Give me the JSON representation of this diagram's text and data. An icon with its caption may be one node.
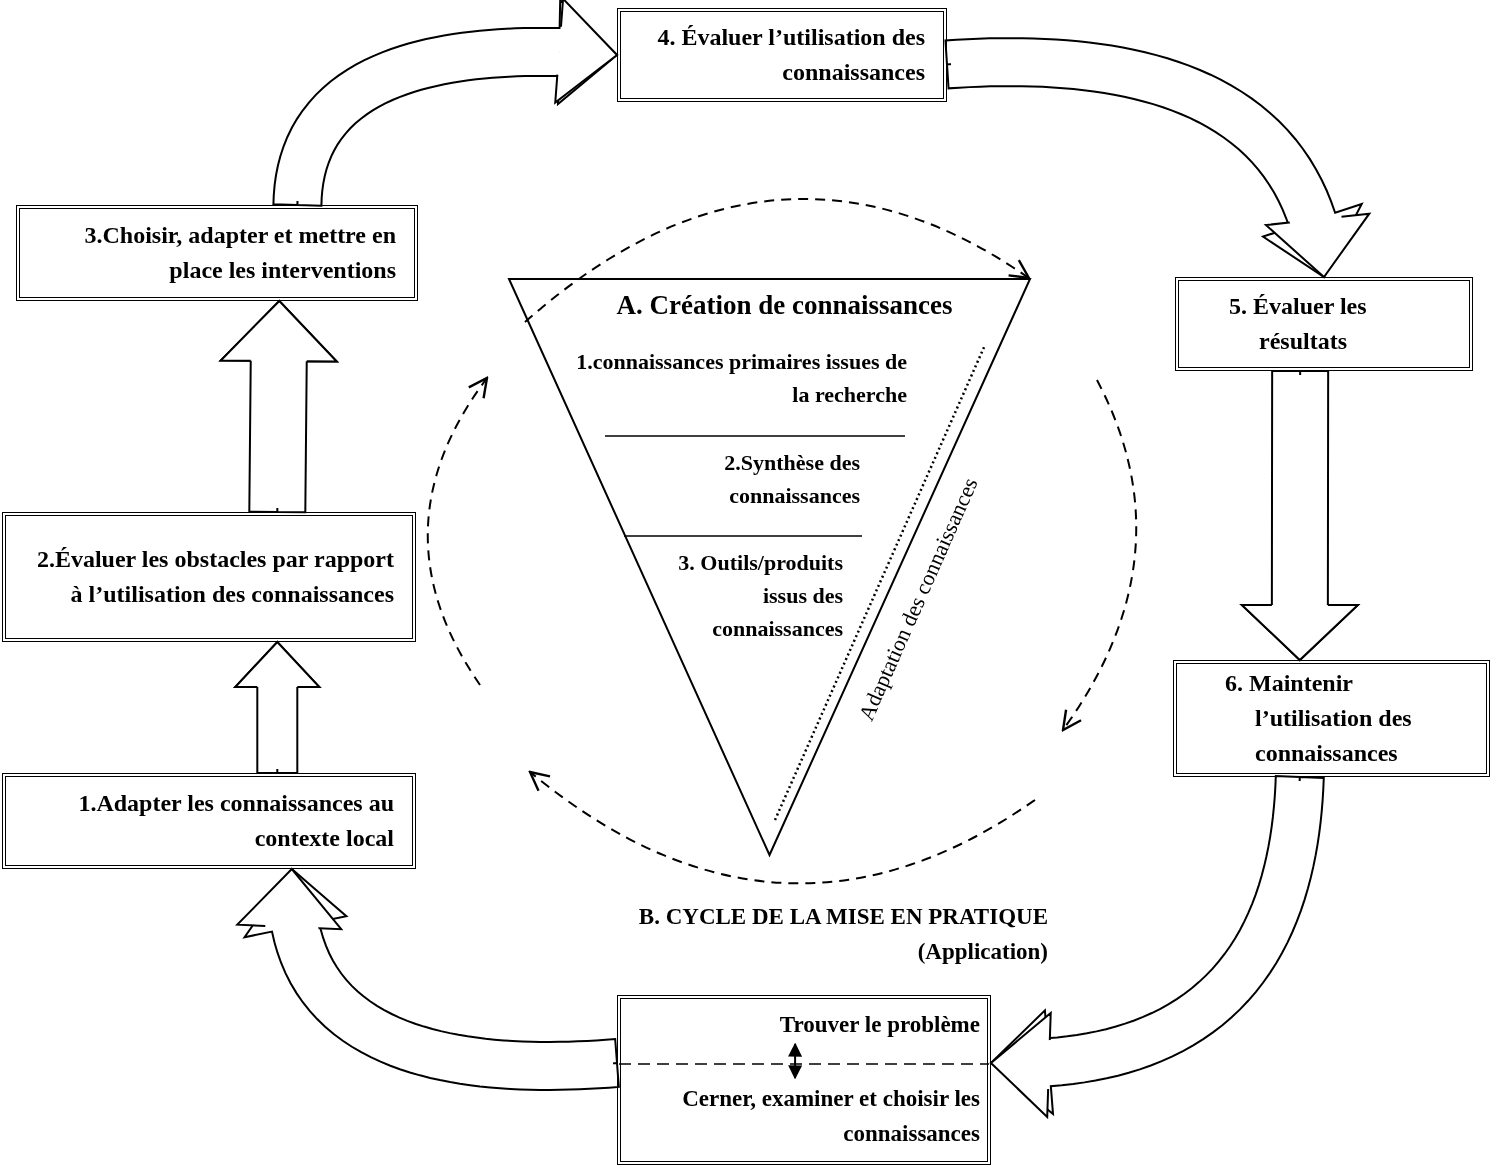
{
  "diagram": {
    "nodes": [
      {
        "text": [
          "4. Évaluer l’utilisation des connaissances"
        ]
      },
      {
        "text": [
          "3.Choisir, adapter et mettre en place les interventions"
        ]
      },
      {
        "text": [
          "5. Évaluer les résultats"
        ]
      },
      {
        "text": [
          "A. Création de connaissances"
        ]
      },
      {
        "text": [
          "1.connaissances primaires issues de la recherche"
        ],
        "in": 3
      },
      {
        "text": [
          "2.Synthèse des connaissances"
        ],
        "in": 3
      },
      {
        "text": [
          "3. Outils/produits issus des connaissances"
        ],
        "in": 3
      },
      {
        "text": [
          "2.Évaluer les obstacles par rapport à l’utilisation des connaissances"
        ]
      },
      {
        "text": [
          "6. Maintenir l’utilisation des connaissances"
        ]
      },
      {
        "text": [
          "1.Adapter les connaissances au contexte local"
        ]
      },
      {
        "text": [],
        "shape": "box"
      },
      {
        "text": [
          "Trouver le problème"
        ],
        "in": 10
      },
      {
        "text": [
          "Cerner, examiner et choisir les connaissances"
        ],
        "in": 10
      }
    ],
    "edges": [
      {
        "from": 1,
        "to": 0,
        "arrow": "to"
      },
      {
        "from": 0,
        "to": 2,
        "arrow": "to"
      },
      {
        "from": 2,
        "to": 8,
        "arrow": "to"
      },
      {
        "from": 8,
        "to": 10,
        "arrow": "to"
      },
      {
        "from": 10,
        "to": 9,
        "arrow": "to"
      },
      {
        "from": 9,
        "to": 7,
        "arrow": "to"
      },
      {
        "from": 7,
        "to": 1,
        "arrow": "to"
      },
      {
        "from": 11,
        "to": 12,
        "arrow": "both"
      },
      {
        "from": null,
        "to": 3,
        "arrow": "to",
        "style": "dashed"
      }
    ],
    "labels": [
      "Adaptation des connaissances",
      "B. CYCLE DE LA MISE EN PRATIQUE (Application)"
    ]
  }
}
